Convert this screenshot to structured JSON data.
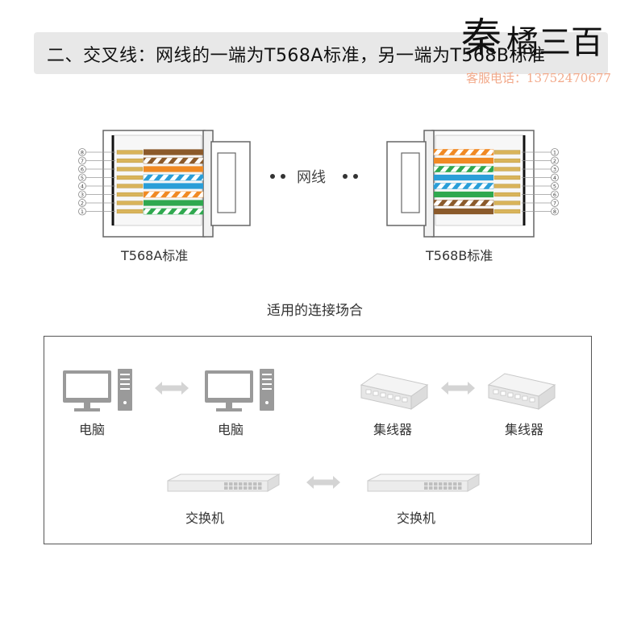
{
  "title": "二、交叉线：网线的一端为T568A标准，另一端为T568B标准",
  "watermark": {
    "signature": "秦",
    "signature_rest": "橘三百",
    "phone": "客服电话：13752470677"
  },
  "connectors": {
    "left": {
      "label": "T568A标准",
      "pins": [
        "8",
        "7",
        "6",
        "5",
        "4",
        "3",
        "2",
        "1"
      ],
      "wires": [
        {
          "color": "#8b5a2b",
          "striped": false
        },
        {
          "color": "#8b5a2b",
          "striped": true
        },
        {
          "color": "#f08a24",
          "striped": false
        },
        {
          "color": "#2a9ed8",
          "striped": true
        },
        {
          "color": "#2a9ed8",
          "striped": false
        },
        {
          "color": "#f08a24",
          "striped": true
        },
        {
          "color": "#2fa84f",
          "striped": false
        },
        {
          "color": "#2fa84f",
          "striped": true
        }
      ]
    },
    "right": {
      "label": "T568B标准",
      "pins": [
        "1",
        "2",
        "3",
        "4",
        "5",
        "6",
        "7",
        "8"
      ],
      "wires": [
        {
          "color": "#f08a24",
          "striped": true
        },
        {
          "color": "#f08a24",
          "striped": false
        },
        {
          "color": "#2fa84f",
          "striped": true
        },
        {
          "color": "#2a9ed8",
          "striped": false
        },
        {
          "color": "#2a9ed8",
          "striped": true
        },
        {
          "color": "#2fa84f",
          "striped": false
        },
        {
          "color": "#8b5a2b",
          "striped": true
        },
        {
          "color": "#8b5a2b",
          "striped": false
        }
      ]
    },
    "cable_label": "网线"
  },
  "usage": {
    "title": "适用的连接场合",
    "pairs": [
      {
        "a": "电脑",
        "b": "电脑"
      },
      {
        "a": "集线器",
        "b": "集线器"
      },
      {
        "a": "交换机",
        "b": "交换机"
      }
    ]
  },
  "colors": {
    "arrow": "#d4d4d4",
    "device_body": "#e8e8e8",
    "device_dark": "#9a9a9a",
    "frame": "#555555"
  }
}
